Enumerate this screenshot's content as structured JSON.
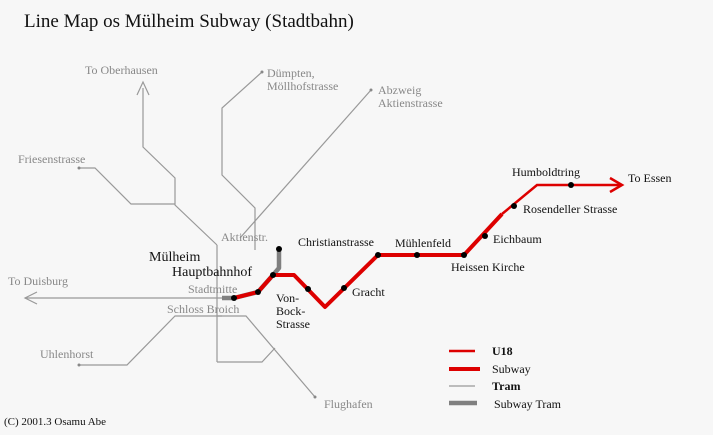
{
  "title": "Line Map os Mülheim Subway (Stadtbahn)",
  "copyright": "(C) 2001.3  Osamu Abe",
  "colors": {
    "u18": "#dd0000",
    "tram": "#999999",
    "subway_tram": "#808080",
    "station_dot": "#000000",
    "background": "#f7f7f7"
  },
  "stations": {
    "humboldtring": "Humboldtring",
    "to_essen": "To Essen",
    "rosendeller": "Rosendeller Strasse",
    "eichbaum": "Eichbaum",
    "muehlenfeld": "Mühlenfeld",
    "heissen": "Heissen Kirche",
    "christianstrasse": "Christianstrasse",
    "gracht": "Gracht",
    "von_bock_1": "Von-",
    "von_bock_2": "Bock-",
    "von_bock_3": "Strasse",
    "hbf_1": "Mülheim",
    "hbf_2": "Hauptbahnhof",
    "aktienstr": "Aktienstr.",
    "stadtmitte": "Stadtmitte",
    "schloss": "Schloss Broich"
  },
  "tram_labels": {
    "oberhausen": "To Oberhausen",
    "duempten_1": "Dümpten,",
    "duempten_2": "Möllhofstrasse",
    "abzweig_1": "Abzweig",
    "abzweig_2": "Aktienstrasse",
    "friesenstrasse": "Friesenstrasse",
    "duisburg": "To Duisburg",
    "uhlenhorst": "Uhlenhorst",
    "flughafen": "Flughafen"
  },
  "legend": {
    "u18": "U18",
    "subway": "Subway",
    "tram": "Tram",
    "subway_tram": "Subway Tram"
  }
}
